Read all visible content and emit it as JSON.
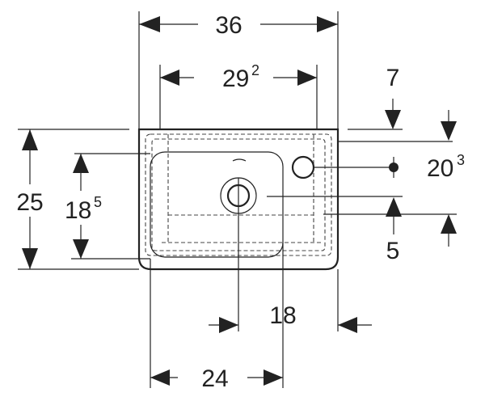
{
  "dimensions": {
    "overall_width": {
      "value": "36"
    },
    "inner_width": {
      "value": "29",
      "sup": "2"
    },
    "rim_depth": {
      "value": "7"
    },
    "tap_hole_offset": {
      "value": "20",
      "sup": "3"
    },
    "overall_height": {
      "value": "25"
    },
    "bowl_height": {
      "value": "18",
      "sup": "5"
    },
    "bottom_offset": {
      "value": "5"
    },
    "drain_offset": {
      "value": "18"
    },
    "bowl_width": {
      "value": "24"
    }
  }
}
